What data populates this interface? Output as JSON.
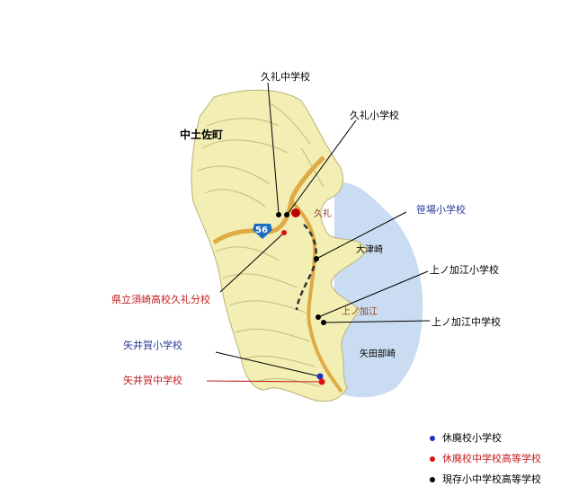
{
  "map": {
    "town_label": "中土佐町",
    "route_number": "56",
    "place_labels": {
      "kure": "久礼",
      "otsuzaki": "大津崎",
      "kaminokae": "上ノ加江",
      "yatabezaki": "矢田部崎"
    },
    "schools": [
      {
        "id": "kure-junior-high",
        "label": "久礼中学校",
        "status": "current"
      },
      {
        "id": "kure-elementary",
        "label": "久礼小学校",
        "status": "current"
      },
      {
        "id": "sasaba-elementary",
        "label": "笹場小学校",
        "status": "current"
      },
      {
        "id": "kaminokae-elementary",
        "label": "上ノ加江小学校",
        "status": "current"
      },
      {
        "id": "kaminokae-junior-high",
        "label": "上ノ加江中学校",
        "status": "current"
      },
      {
        "id": "susaki-high-kure",
        "label": "県立須崎高校久礼分校",
        "status": "closed-secondary"
      },
      {
        "id": "yaiga-elementary",
        "label": "矢井賀小学校",
        "status": "closed-elementary"
      },
      {
        "id": "yaiga-junior-high",
        "label": "矢井賀中学校",
        "status": "closed-secondary"
      }
    ]
  },
  "legend": [
    {
      "label": "休廃校小学校",
      "color": "#2030c0"
    },
    {
      "label": "休廃校中学校高等学校",
      "color": "#e01010"
    },
    {
      "label": "現存小中学校高等学校",
      "color": "#000000"
    }
  ],
  "colors": {
    "land": "#f2eeb4",
    "land_shade": "#d9d79a",
    "sea": "#c9dcf2",
    "road": "#e0aa45",
    "route_shield": "#1a6fc0",
    "current": "#000000",
    "closed_secondary": "#e01010",
    "closed_elementary": "#2030c0",
    "kure_marker": "#c00000",
    "label_blue": "#2a3a9a",
    "label_red": "#c02020",
    "place_brown": "#8a3a1a"
  }
}
